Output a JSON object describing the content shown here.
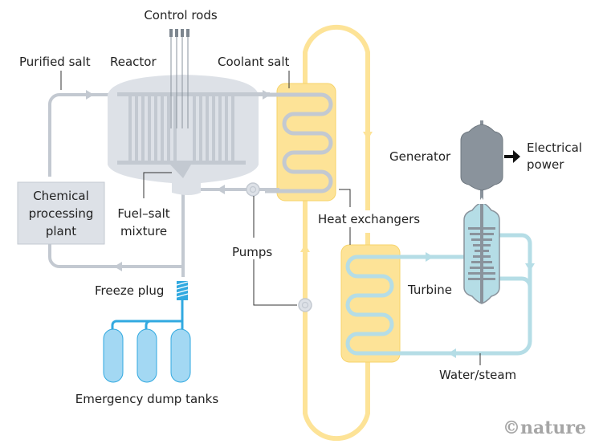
{
  "diagram": {
    "title": "Molten-salt reactor schematic",
    "colors": {
      "fuel_salt": "#c3c9d1",
      "reactor_vessel": "#dde1e7",
      "coolant_salt": "#fde397",
      "heat_exchanger_fill": "#fde397",
      "water_steam": "#b5dde6",
      "dump_tanks": "#a3d8f3",
      "dump_pipes": "#31a9e0",
      "generator": "#8a939c",
      "turbine": "#b5dde6",
      "text": "#222222",
      "logo": "#a6a6a6"
    },
    "labels": {
      "control_rods": "Control rods",
      "purified_salt": "Purified salt",
      "reactor": "Reactor",
      "coolant_salt": "Coolant salt",
      "chemical_processing_plant": [
        "Chemical",
        "processing",
        "plant"
      ],
      "fuel_salt_mixture": [
        "Fuel–salt",
        "mixture"
      ],
      "heat_exchangers": "Heat exchangers",
      "pumps": "Pumps",
      "generator": "Generator",
      "electrical_power": [
        "Electrical",
        "power"
      ],
      "turbine": "Turbine",
      "freeze_plug": "Freeze plug",
      "water_steam": "Water/steam",
      "emergency_dump_tanks": "Emergency dump tanks"
    },
    "credit": "©nature"
  }
}
